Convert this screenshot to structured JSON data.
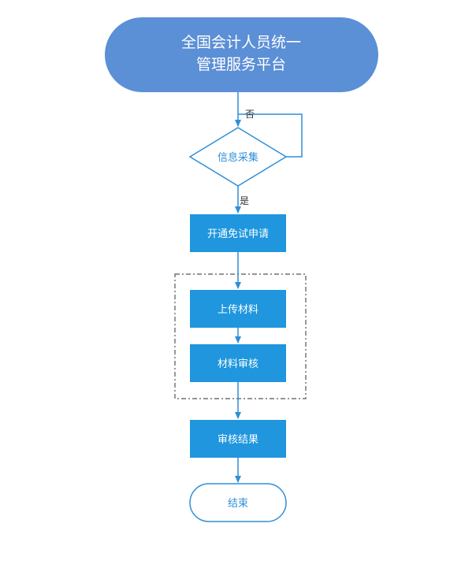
{
  "colors": {
    "start_fill": "#5b8fd6",
    "process_fill": "#1f96dd",
    "line": "#2f8fd6",
    "group_border": "#555555"
  },
  "nodes": {
    "start": {
      "line1": "全国会计人员统一",
      "line2": "管理服务平台"
    },
    "decision": {
      "label": "信息采集"
    },
    "apply": {
      "label": "开通免试申请"
    },
    "upload": {
      "label": "上传材料"
    },
    "review": {
      "label": "材料审核"
    },
    "result": {
      "label": "审核结果"
    },
    "end": {
      "label": "结束"
    }
  },
  "edges": {
    "no_label": "否",
    "yes_label": "是"
  }
}
